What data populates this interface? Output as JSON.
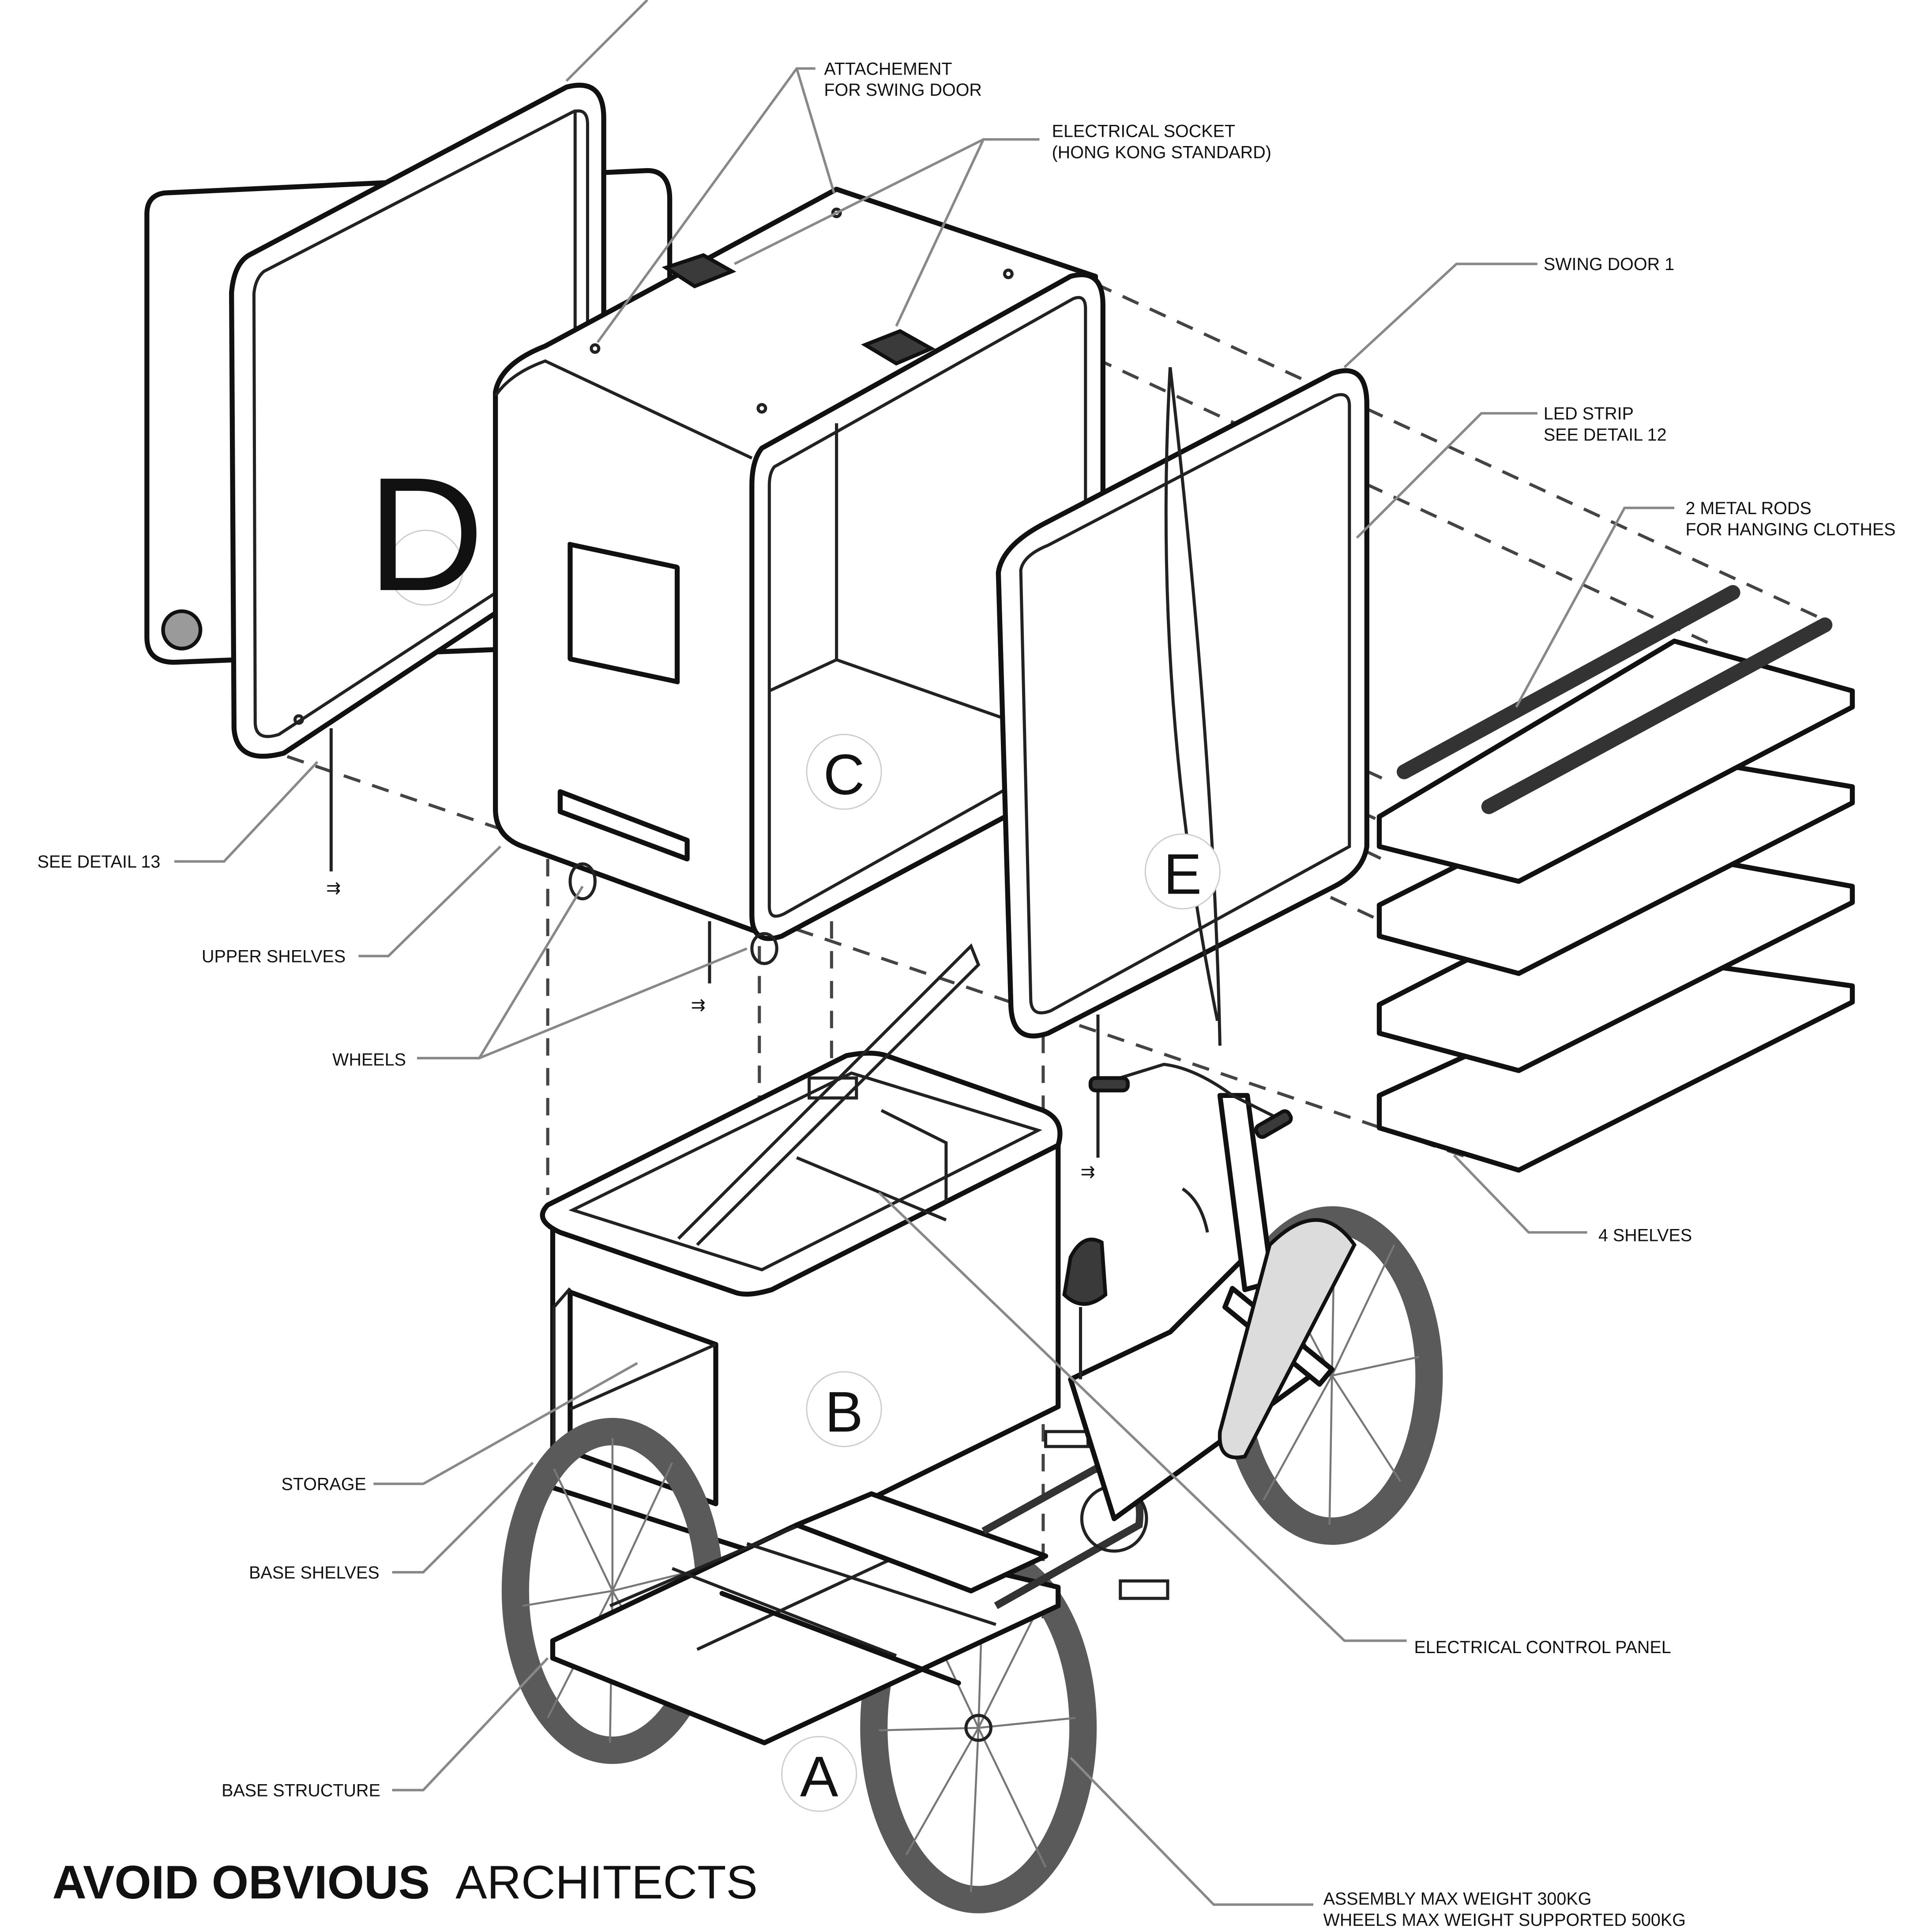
{
  "labels": {
    "attachment_swing_door": [
      "ATTACHEMENT",
      "FOR SWING DOOR"
    ],
    "electrical_socket": [
      "ELECTRICAL SOCKET",
      "(HONG KONG STANDARD)"
    ],
    "swing_door_1": "SWING DOOR 1",
    "led_strip": [
      "LED STRIP",
      "SEE DETAIL 12"
    ],
    "metal_rods": [
      "2 METAL RODS",
      "FOR HANGING CLOTHES"
    ],
    "see_detail_13": "SEE DETAIL 13",
    "upper_shelves": "UPPER SHELVES",
    "wheels": "WHEELS",
    "four_shelves": "4 SHELVES",
    "storage": "STORAGE",
    "base_shelves": "BASE SHELVES",
    "electrical_control_panel": "ELECTRICAL CONTROL PANEL",
    "base_structure": "BASE STRUCTURE",
    "assembly_weight": [
      "ASSEMBLY MAX WEIGHT 300KG",
      "WHEELS MAX WEIGHT SUPPORTED 500KG"
    ]
  },
  "parts": {
    "a": "A",
    "b": "B",
    "c": "C",
    "d": "D",
    "e": "E"
  },
  "brand": {
    "bold": "AVOID OBVIOUS",
    "regular": "ARCHITECTS"
  }
}
